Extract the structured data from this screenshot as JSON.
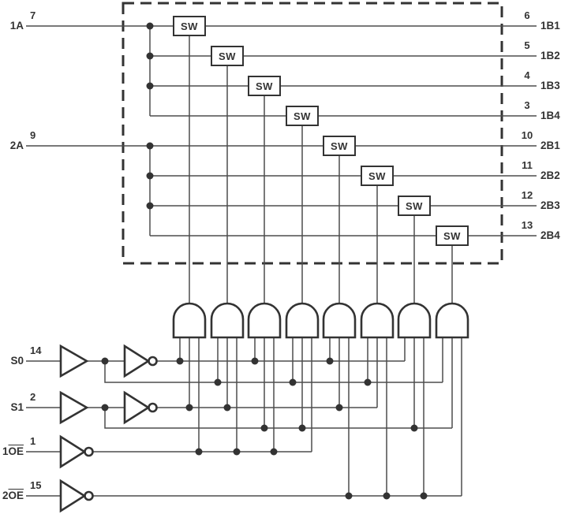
{
  "diagram_type": "logic-diagram",
  "switch_label": "SW",
  "inputs": [
    {
      "label": "1A",
      "pin": "7"
    },
    {
      "label": "2A",
      "pin": "9"
    }
  ],
  "outputs": [
    {
      "label": "1B1",
      "pin": "6"
    },
    {
      "label": "1B2",
      "pin": "5"
    },
    {
      "label": "1B3",
      "pin": "4"
    },
    {
      "label": "1B4",
      "pin": "3"
    },
    {
      "label": "2B1",
      "pin": "10"
    },
    {
      "label": "2B2",
      "pin": "11"
    },
    {
      "label": "2B3",
      "pin": "12"
    },
    {
      "label": "2B4",
      "pin": "13"
    }
  ],
  "selects": [
    {
      "label": "S0",
      "pin": "14"
    },
    {
      "label": "S1",
      "pin": "2"
    },
    {
      "prefix": "1",
      "overline": "OE",
      "pin": "1"
    },
    {
      "prefix": "2",
      "overline": "OE",
      "pin": "15"
    }
  ],
  "colors": {
    "wire": "#4d4d4d",
    "symbol": "#333333",
    "text": "#333333",
    "background": "#ffffff"
  }
}
